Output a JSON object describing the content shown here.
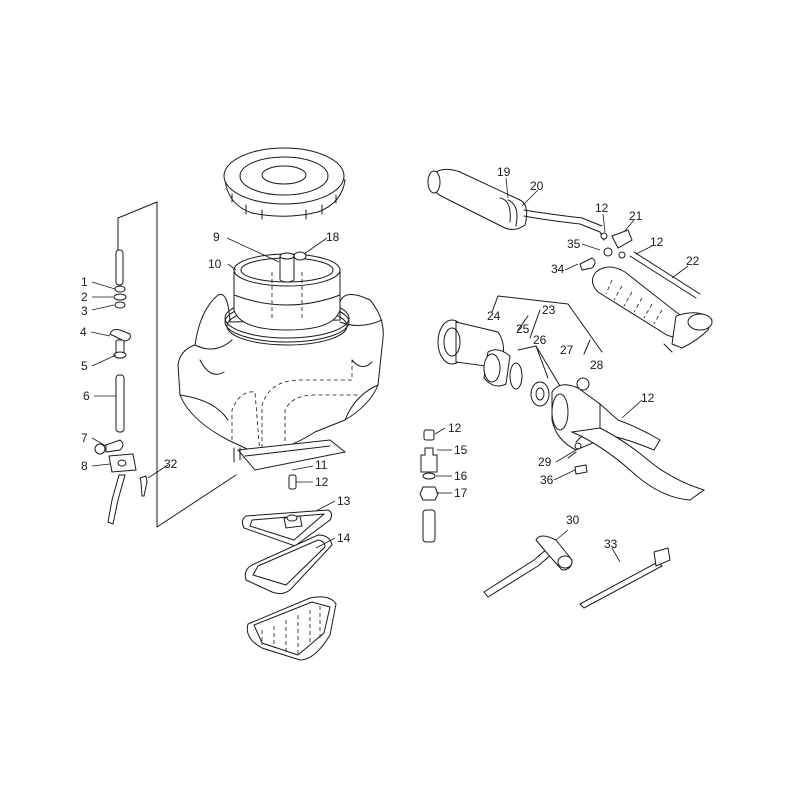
{
  "diagram": {
    "callouts": [
      {
        "id": "c1",
        "text": "1",
        "part": "1"
      },
      {
        "id": "c2",
        "text": "2",
        "part": "2"
      },
      {
        "id": "c3",
        "text": "3",
        "part": "3"
      },
      {
        "id": "c4",
        "text": "4",
        "part": "4"
      },
      {
        "id": "c5",
        "text": "5",
        "part": "5"
      },
      {
        "id": "c6",
        "text": "6",
        "part": "6"
      },
      {
        "id": "c7",
        "text": "7",
        "part": "7"
      },
      {
        "id": "c8",
        "text": "8",
        "part": "8"
      },
      {
        "id": "c9",
        "text": "9",
        "part": "9"
      },
      {
        "id": "c10",
        "text": "10",
        "part": "10"
      },
      {
        "id": "c11",
        "text": "11",
        "part": "11"
      },
      {
        "id": "c12a",
        "text": "12",
        "part": "12"
      },
      {
        "id": "c12b",
        "text": "12",
        "part": "12"
      },
      {
        "id": "c12c",
        "text": "12",
        "part": "12"
      },
      {
        "id": "c12d",
        "text": "12",
        "part": "12"
      },
      {
        "id": "c12e",
        "text": "12",
        "part": "12"
      },
      {
        "id": "c13",
        "text": "13",
        "part": "13"
      },
      {
        "id": "c14",
        "text": "14",
        "part": "14"
      },
      {
        "id": "c15",
        "text": "15",
        "part": "15"
      },
      {
        "id": "c16",
        "text": "16",
        "part": "16"
      },
      {
        "id": "c17",
        "text": "17",
        "part": "17"
      },
      {
        "id": "c18",
        "text": "18",
        "part": "18"
      },
      {
        "id": "c19",
        "text": "19",
        "part": "19"
      },
      {
        "id": "c20",
        "text": "20",
        "part": "20"
      },
      {
        "id": "c21",
        "text": "21",
        "part": "21"
      },
      {
        "id": "c22",
        "text": "22",
        "part": "22"
      },
      {
        "id": "c23",
        "text": "23",
        "part": "23"
      },
      {
        "id": "c24",
        "text": "24",
        "part": "24"
      },
      {
        "id": "c25",
        "text": "25",
        "part": "25"
      },
      {
        "id": "c26",
        "text": "26",
        "part": "26"
      },
      {
        "id": "c27",
        "text": "27",
        "part": "27"
      },
      {
        "id": "c28",
        "text": "28",
        "part": "28"
      },
      {
        "id": "c29",
        "text": "29",
        "part": "29"
      },
      {
        "id": "c30",
        "text": "30",
        "part": "30"
      },
      {
        "id": "c32",
        "text": "32",
        "part": "32"
      },
      {
        "id": "c33",
        "text": "33",
        "part": "33"
      },
      {
        "id": "c34",
        "text": "34",
        "part": "34"
      },
      {
        "id": "c35",
        "text": "35",
        "part": "35"
      },
      {
        "id": "c36",
        "text": "36",
        "part": "36"
      }
    ]
  }
}
